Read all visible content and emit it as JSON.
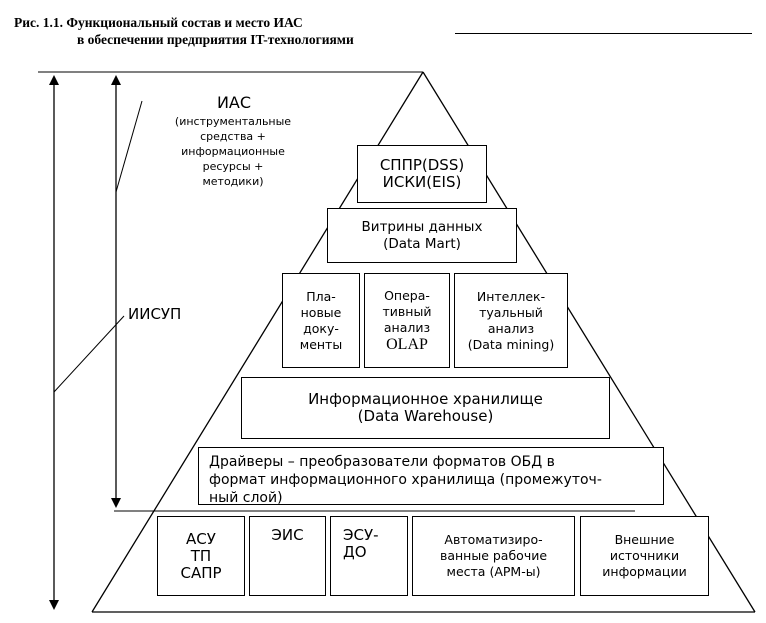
{
  "caption": {
    "line1": "Рис. 1.1. Функциональный состав и место ИАС",
    "line2": "в обеспечении предприятия IT-технологиями"
  },
  "labels": {
    "ias_title": "ИАС",
    "ias_desc": [
      "(инструментальные",
      "средства +",
      "информационные",
      "ресурсы +",
      "методики)"
    ],
    "iisup": "ИИСУП"
  },
  "boxes": {
    "dss": [
      "СППР(DSS)",
      "ИСКИ(EIS)"
    ],
    "datamart": [
      "Витрины данных",
      "(Data Mart)"
    ],
    "plan": [
      "Пла-",
      "новые",
      "доку-",
      "менты"
    ],
    "olap": [
      "Опера-",
      "тивный",
      "анализ",
      "OLAP"
    ],
    "mining": [
      "Интеллек-",
      "туальный",
      "анализ",
      "(Data mining)"
    ],
    "warehouse": [
      "Информационное хранилище",
      "(Data Warehouse)"
    ],
    "drivers": [
      "Драйверы – преобразователи форматов ОБД в",
      "формат информационного хранилища (промежуточ-",
      "ный слой)"
    ],
    "asu": [
      "АСУ",
      "ТП",
      "САПР"
    ],
    "eis": [
      "ЭИС"
    ],
    "esudo": [
      "ЭСУ-",
      "ДО"
    ],
    "arm": [
      "Автоматизиро-",
      "ванные рабочие",
      "места (АРМ-ы)"
    ],
    "ext": [
      "Внешние",
      "источники",
      "информации"
    ]
  }
}
